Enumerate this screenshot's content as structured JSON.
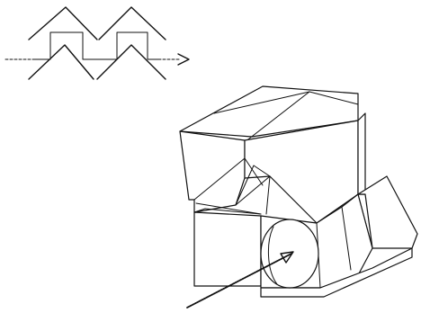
{
  "figure": {
    "background_color": "#ffffff",
    "ink_color": "#111111",
    "panels": [
      {
        "id": "waveform-symbol",
        "kind": "waveform-with-chevrons-and-arrow"
      },
      {
        "id": "cube-assembly",
        "kind": "isometric-cube-with-cutaway-and-sphere"
      }
    ]
  }
}
